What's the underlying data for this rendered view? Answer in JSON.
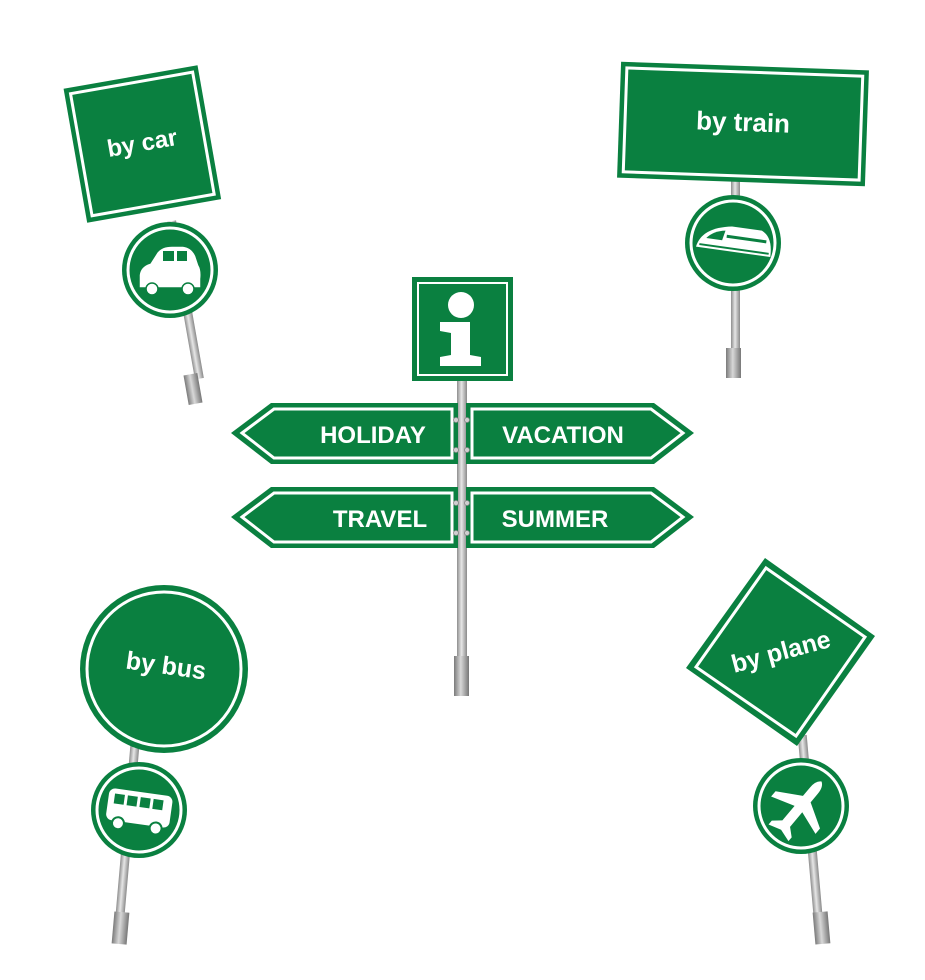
{
  "colors": {
    "sign_green": "#0a8040",
    "sign_border": "#ffffff",
    "pole": "#b8b8b8",
    "background": "#ffffff"
  },
  "signs": {
    "car": {
      "label": "by car",
      "icon": "car-icon"
    },
    "train": {
      "label": "by train",
      "icon": "train-icon"
    },
    "bus": {
      "label": "by bus",
      "icon": "bus-icon"
    },
    "plane": {
      "label": "by plane",
      "icon": "plane-icon"
    },
    "info": {
      "icon": "info-icon"
    }
  },
  "signpost": {
    "top_left": "HOLIDAY",
    "top_right": "VACATION",
    "bottom_left": "TRAVEL",
    "bottom_right": "SUMMER"
  }
}
